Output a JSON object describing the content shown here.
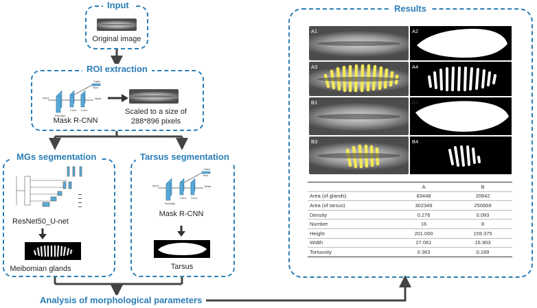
{
  "input": {
    "title": "Input",
    "image_caption": "Original image"
  },
  "roi": {
    "title": "ROI extraction",
    "network_label": "Mask R-CNN",
    "scaled_text_line1": "Scaled to a size of",
    "scaled_text_line2": "288*896 pixels",
    "net_labels": {
      "input": "Input",
      "roialign": "RoIAlign",
      "conv1": "Conv",
      "conv2": "Conv",
      "class": "Class",
      "box": "Box",
      "mask": "Mask"
    }
  },
  "mgs": {
    "title": "MGs segmentation",
    "network_label": "ResNet50_U-net",
    "output_label": "Meibomian glands"
  },
  "tarsus": {
    "title": "Tarsus segmentation",
    "network_label": "Mask R-CNN",
    "output_label": "Tarsus",
    "net_labels": {
      "input": "Input",
      "roialign": "RoIAlign",
      "conv1": "Conv",
      "conv2": "Conv",
      "class": "Class",
      "box": "Box",
      "mask": "Mask"
    }
  },
  "analysis": {
    "title": "Analysis of morphological parameters"
  },
  "results": {
    "title": "Results",
    "panels": [
      "A1",
      "A2",
      "A3",
      "A4",
      "B1",
      "B2",
      "B3",
      "B4"
    ],
    "table": {
      "headers": [
        "",
        "A",
        "B"
      ],
      "rows": [
        [
          "Area (of glands)",
          "83448",
          "20842"
        ],
        [
          "Area (of tarsus)",
          "302349",
          "250669"
        ],
        [
          "Density",
          "0.276",
          "0.083"
        ],
        [
          "Number",
          "16",
          "8"
        ],
        [
          "Height",
          "201.000",
          "159.375"
        ],
        [
          "Width",
          "27.061",
          "16.903"
        ],
        [
          "Tortuosity",
          "0.363",
          "0.189"
        ]
      ]
    }
  },
  "colors": {
    "accent": "#2a7db6",
    "arrow": "#444444",
    "gland_overlay": "#f3e85a",
    "network_block": "#5aa9d6"
  }
}
